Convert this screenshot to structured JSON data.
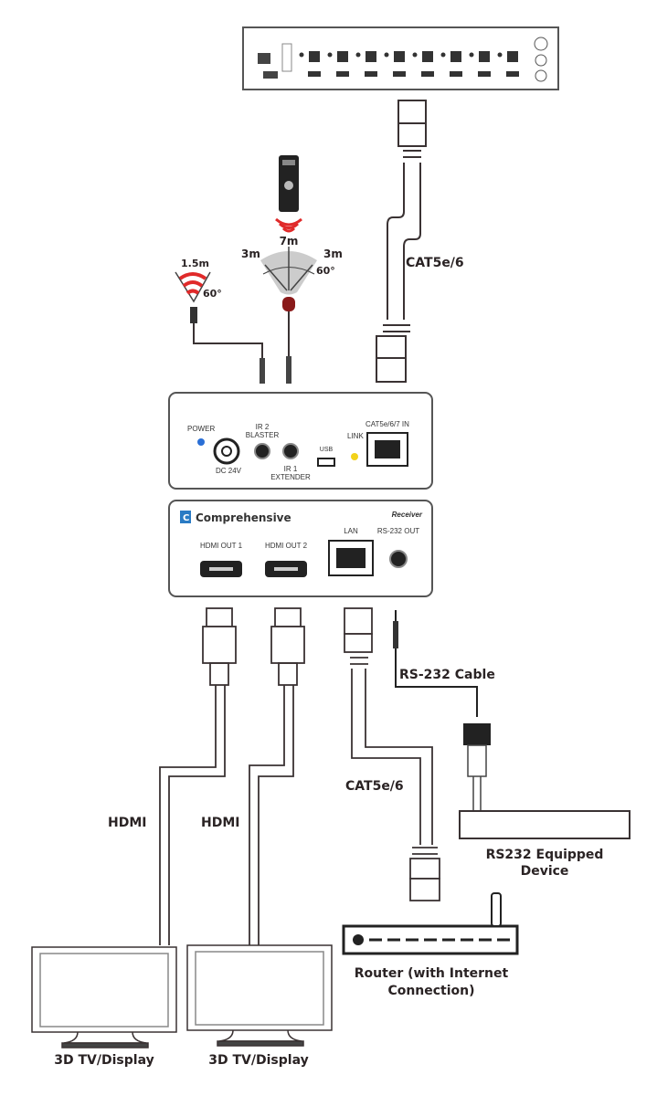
{
  "labels": {
    "cat_top": "CAT5e/6",
    "cat_bottom": "CAT5e/6",
    "hdmi1": "HDMI",
    "hdmi2": "HDMI",
    "rs232_cable": "RS-232 Cable",
    "rs232_device_line1": "RS232 Equipped",
    "rs232_device_line2": "Device",
    "router_line1": "Router (with Internet",
    "router_line2": "Connection)",
    "tv1": "3D TV/Display",
    "tv2": "3D TV/Display",
    "ir_range_center": "7m",
    "ir_range_left": "3m",
    "ir_range_right": "3m",
    "ir_angle": "60°",
    "blaster_range": "1.5m",
    "blaster_angle": "60°"
  },
  "receiver_top_panel": {
    "power": "POWER",
    "dc": "DC 24V",
    "ir2_line1": "IR 2",
    "ir2_line2": "BLASTER",
    "ir1_line1": "IR 1",
    "ir1_line2": "EXTENDER",
    "usb": "USB",
    "link": "LINK",
    "cat_in": "CAT5e/6/7 IN"
  },
  "receiver_bottom_panel": {
    "brand": "Comprehensive",
    "brand_letter": "C",
    "model": "Receiver",
    "hdmi_out1": "HDMI OUT 1",
    "hdmi_out2": "HDMI OUT 2",
    "lan": "LAN",
    "rs232_out": "RS-232 OUT"
  },
  "colors": {
    "line": "#3a3233",
    "ir_red": "#e02a2a",
    "power_led": "#2a6fd6",
    "link_led": "#f2d21a",
    "brand_blue": "#2a7bc4"
  }
}
